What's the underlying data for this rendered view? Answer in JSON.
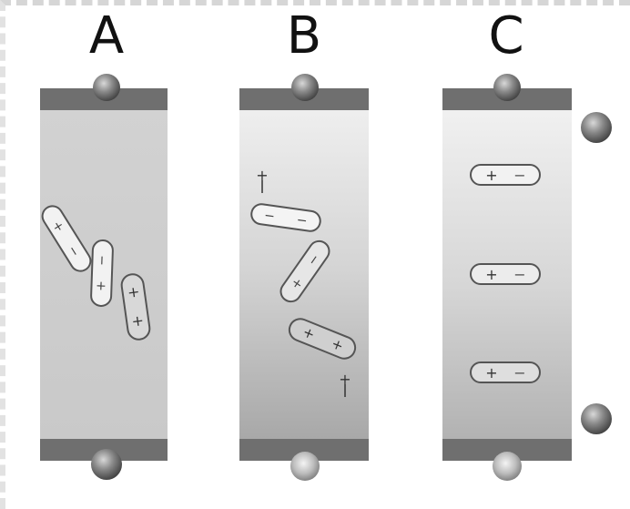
{
  "panels": [
    {
      "id": "A",
      "label": "A"
    },
    {
      "id": "B",
      "label": "B"
    },
    {
      "id": "C",
      "label": "C"
    }
  ],
  "symbols": {
    "plus": "+",
    "minus": "−"
  },
  "colors": {
    "plate": "#6f6f6f",
    "panel_light": "#d0d0d0",
    "panel_dark": "#b0b0b0",
    "particle_fill": "#f2f2f2",
    "particle_stroke": "#555555"
  }
}
